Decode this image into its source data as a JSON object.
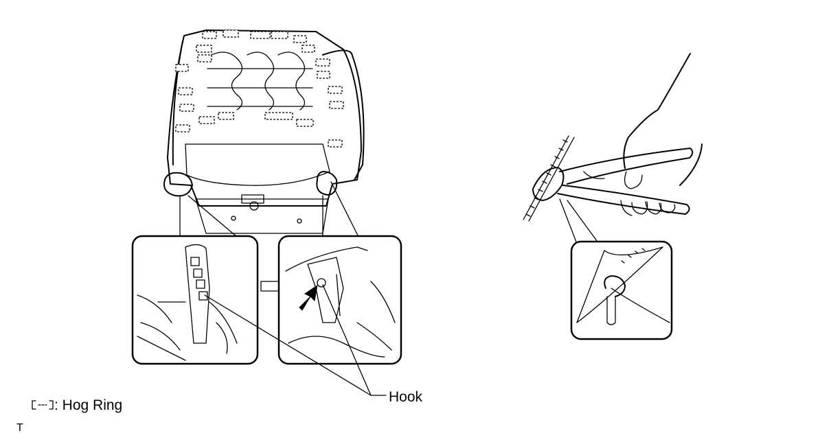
{
  "callouts": {
    "hook_label": "Hook",
    "legend_text": ": Hog Ring",
    "corner_mark": "T"
  },
  "icons": {
    "legend_symbol": "hog-ring-symbol-icon",
    "arrow": "push-arrow-icon"
  },
  "colors": {
    "line": "#000000",
    "background": "#ffffff"
  }
}
